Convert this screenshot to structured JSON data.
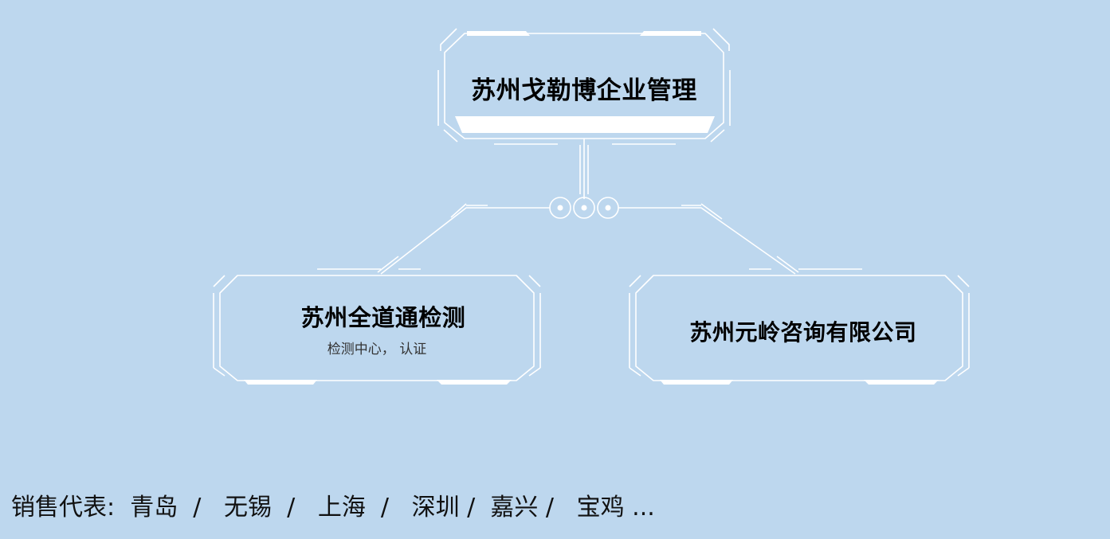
{
  "nodes": {
    "top": {
      "title": "苏州戈勒博企业管理"
    },
    "left": {
      "title": "苏州全道通检测",
      "subtitle": "检测中心，  认证"
    },
    "right": {
      "title": "苏州元岭咨询有限公司"
    }
  },
  "sales": {
    "label": "销售代表:",
    "cities": [
      "青岛",
      "无锡",
      "上海",
      "深圳",
      "嘉兴",
      "宝鸡 ..."
    ]
  },
  "colors": {
    "background": "#bdd7ee",
    "frame": "#ffffff"
  }
}
